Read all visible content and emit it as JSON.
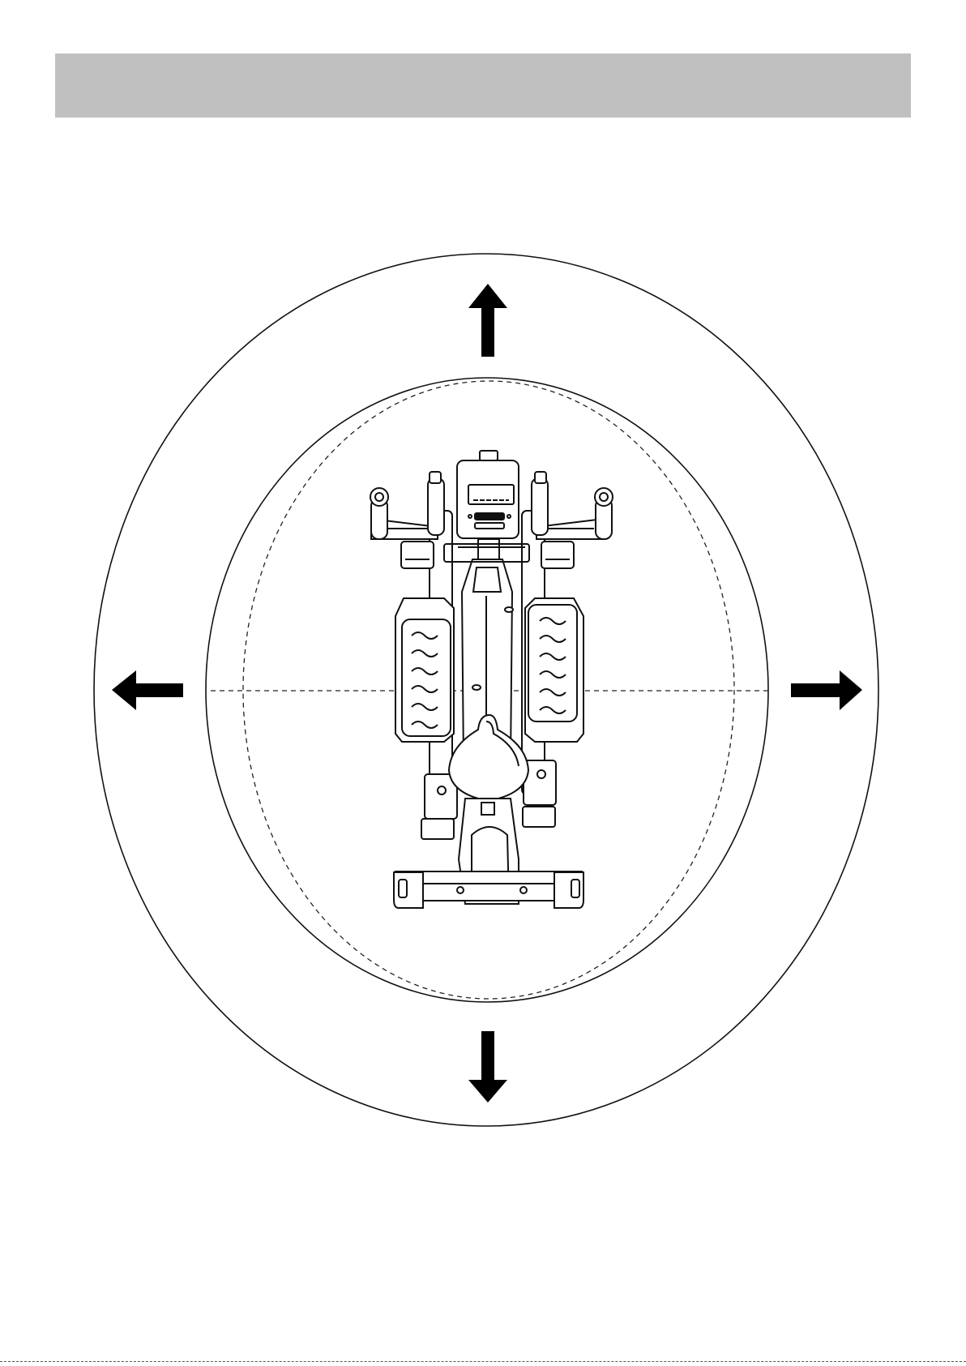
{
  "colors": {
    "header_band": "#c0c0c0",
    "line": "#111111",
    "fill": "#000000",
    "background": "#ffffff"
  },
  "diagram": {
    "subject": "elliptical-trainer-top-view",
    "clearance_zone": "outer-circle",
    "equipment_footprint": "inner-circle",
    "reference_axis": "horizontal-dashed",
    "arrows": [
      "up",
      "down",
      "left",
      "right"
    ]
  }
}
